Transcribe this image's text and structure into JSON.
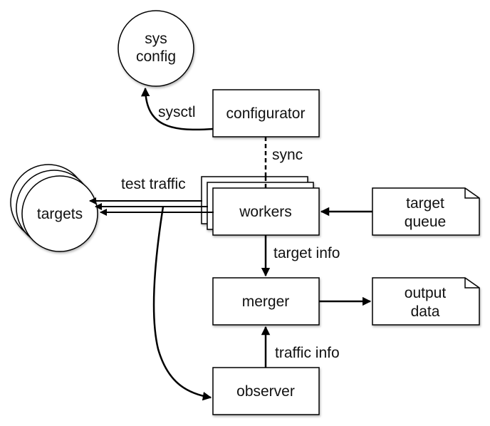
{
  "diagram": {
    "nodes": {
      "sys_config": {
        "line1": "sys",
        "line2": "config",
        "shape": "circle"
      },
      "configurator": {
        "label": "configurator",
        "shape": "box"
      },
      "workers": {
        "label": "workers",
        "shape": "stacked-box"
      },
      "targets": {
        "label": "targets",
        "shape": "stacked-circle"
      },
      "target_queue": {
        "line1": "target",
        "line2": "queue",
        "shape": "document"
      },
      "merger": {
        "label": "merger",
        "shape": "box"
      },
      "output_data": {
        "line1": "output",
        "line2": "data",
        "shape": "document"
      },
      "observer": {
        "label": "observer",
        "shape": "box"
      }
    },
    "edges": {
      "sysctl": {
        "label": "sysctl",
        "from": "configurator",
        "to": "sys config"
      },
      "sync": {
        "label": "sync",
        "from": "configurator",
        "to": "workers",
        "style": "dashed"
      },
      "test_traffic": {
        "label": "test traffic",
        "from": "workers",
        "to": "targets"
      },
      "queue_to_workers": {
        "label": "",
        "from": "target queue",
        "to": "workers"
      },
      "target_info": {
        "label": "target info",
        "from": "workers",
        "to": "merger"
      },
      "merger_to_output": {
        "label": "",
        "from": "merger",
        "to": "output data"
      },
      "traffic_info": {
        "label": "traffic info",
        "from": "observer",
        "to": "merger"
      },
      "tap": {
        "label": "",
        "from": "test traffic",
        "to": "observer"
      }
    }
  }
}
